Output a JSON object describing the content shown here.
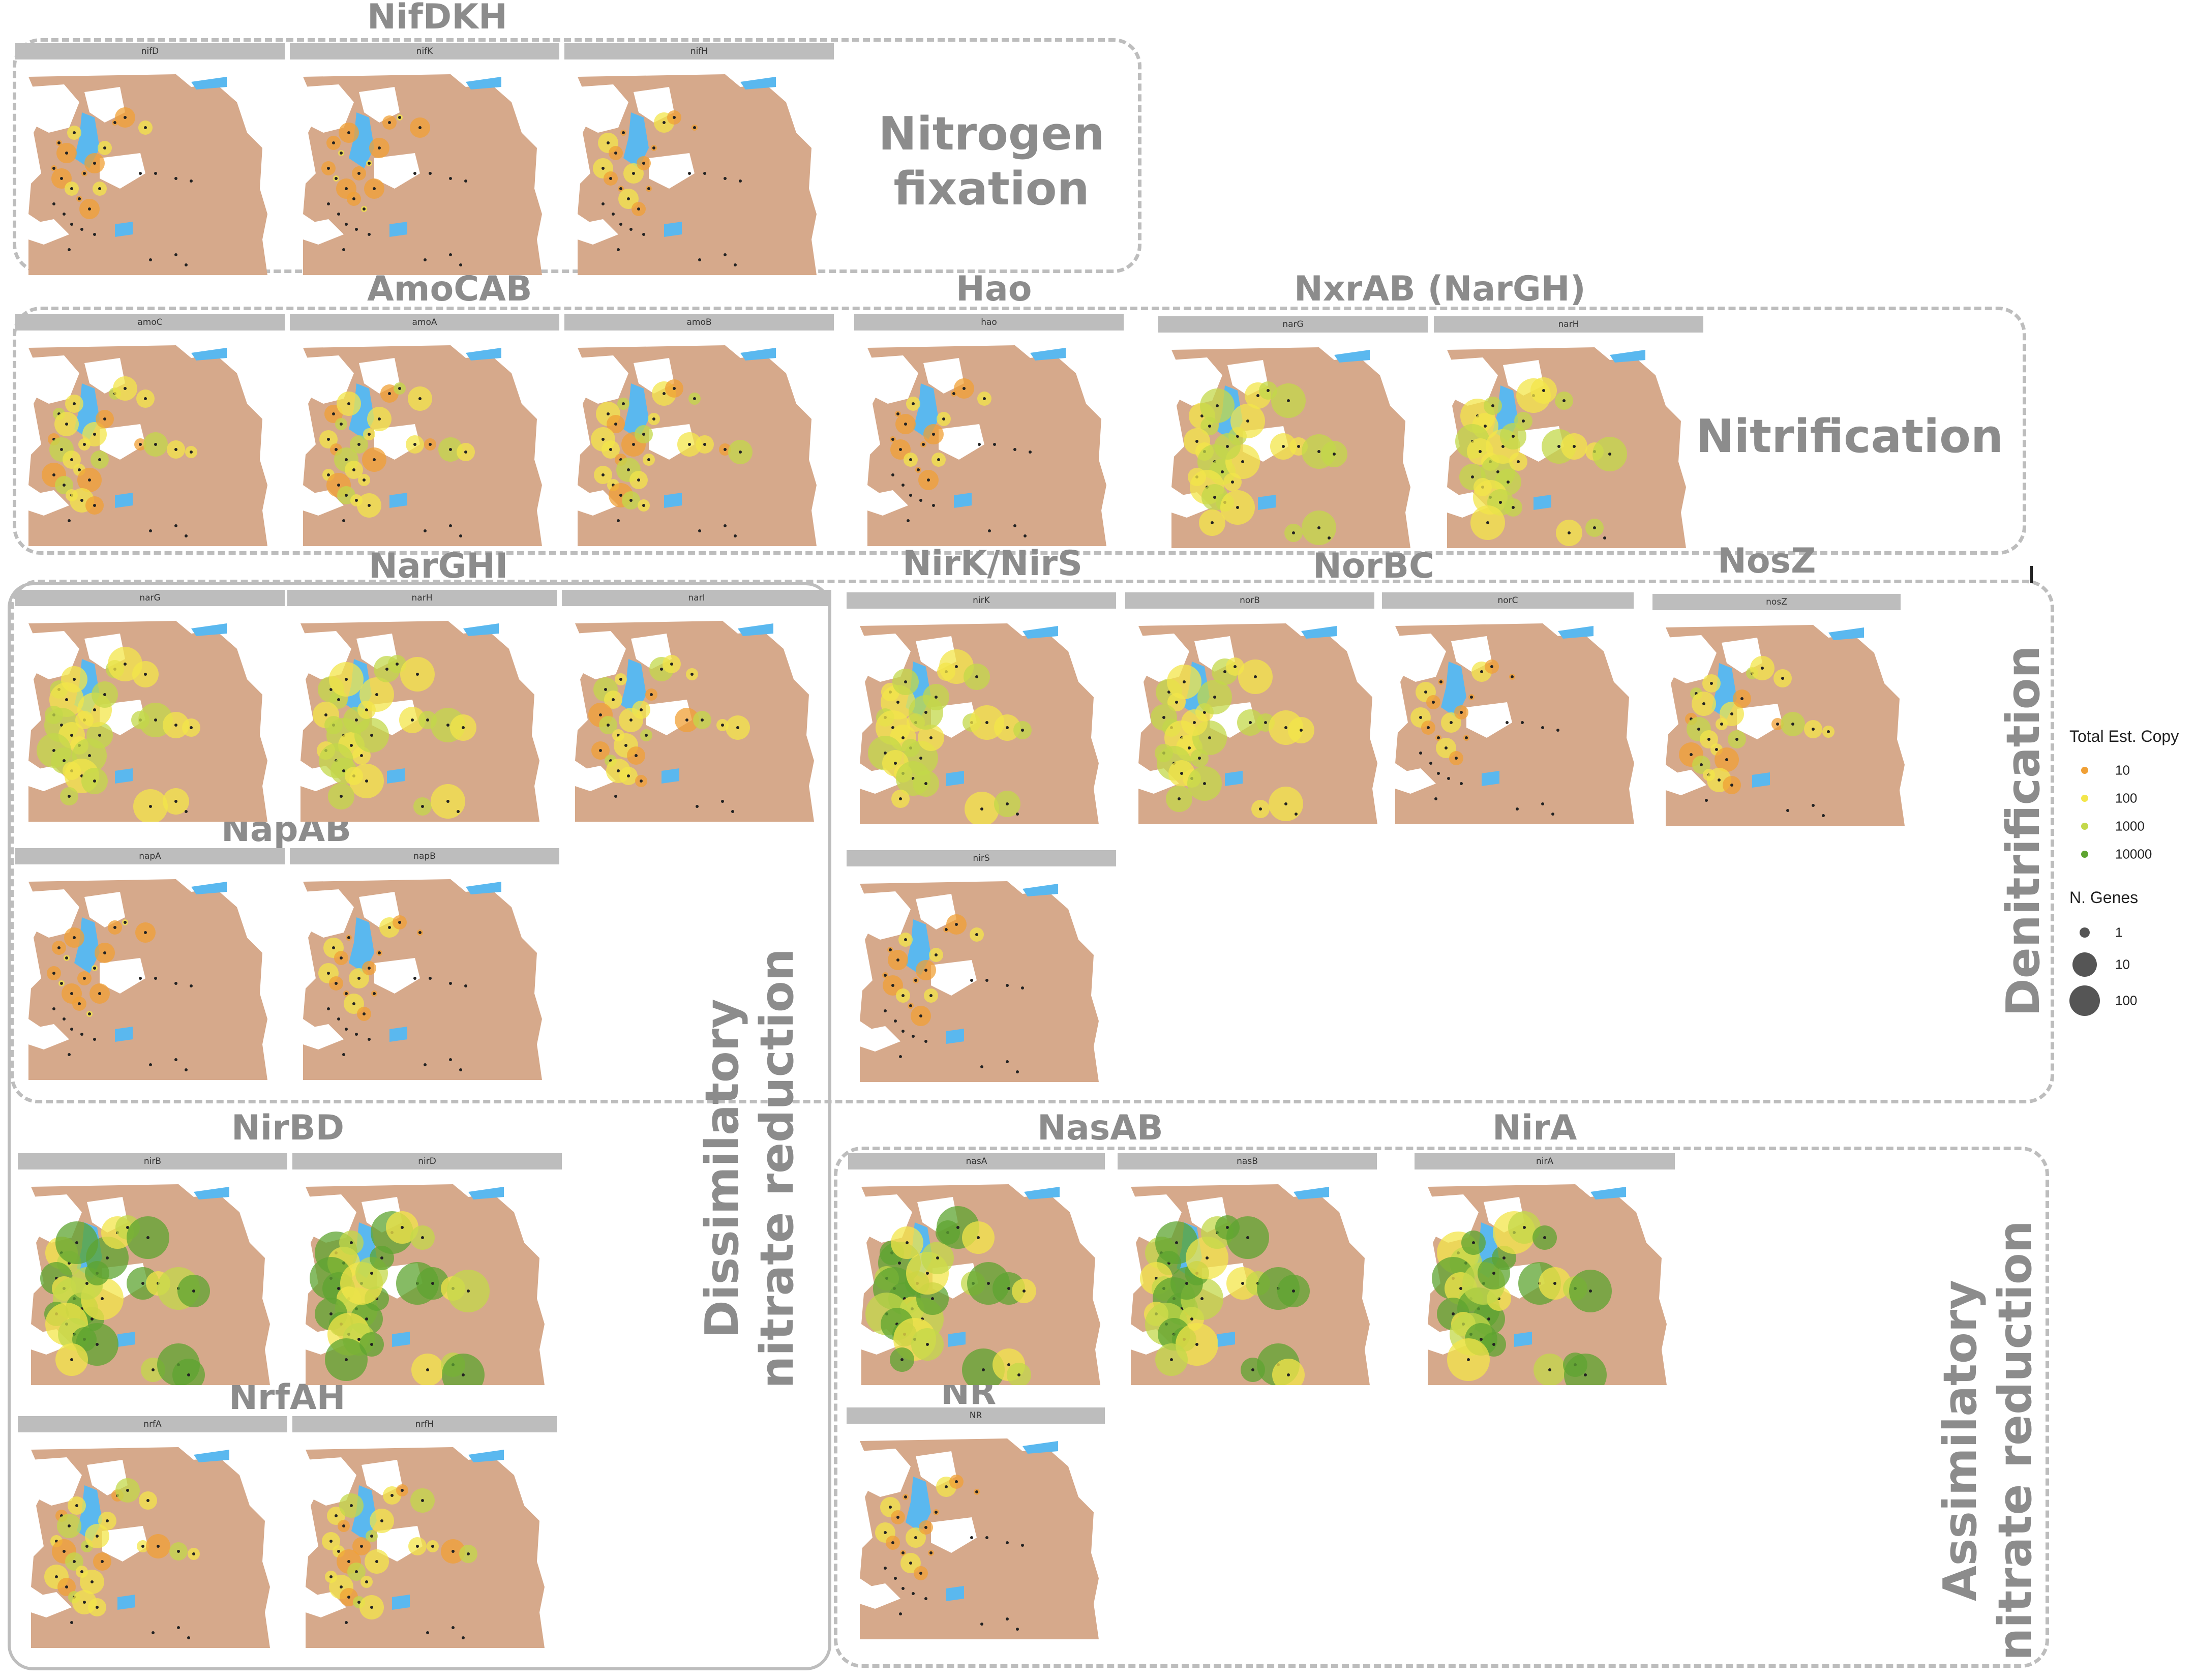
{
  "colors": {
    "land": "#d6a98b",
    "water": "#5ab8ef",
    "frame": "#bdbdbd",
    "title_text": "#8c8c8c",
    "c10": "#f0a035",
    "c100": "#f3e64a",
    "c1000": "#c3d84a",
    "c10000": "#5ea430"
  },
  "groups": {
    "nitrogen_fixation": {
      "label": "Nitrogen fixation"
    },
    "nitrification": {
      "label": "Nitrification"
    },
    "denitrification": {
      "label": "Denitrification"
    },
    "dissimilatory": {
      "label": "Dissimilatory nitrate reduction"
    },
    "assimilatory": {
      "label": "Assimilatory nitrate reduction"
    }
  },
  "gene_groups": [
    {
      "title": "NifDKH"
    },
    {
      "title": "AmoCAB"
    },
    {
      "title": "Hao"
    },
    {
      "title": "NxrAB (NarGH)"
    },
    {
      "title": "NarGHI"
    },
    {
      "title": "NirK/NirS"
    },
    {
      "title": "NorBC"
    },
    {
      "title": "NosZ"
    },
    {
      "title": "NapAB"
    },
    {
      "title": "NirBD"
    },
    {
      "title": "NasAB"
    },
    {
      "title": "NirA"
    },
    {
      "title": "NrfAH"
    },
    {
      "title": "NR"
    }
  ],
  "panels": [
    {
      "gene": "nifD",
      "level": "low"
    },
    {
      "gene": "nifK",
      "level": "low"
    },
    {
      "gene": "nifH",
      "level": "low"
    },
    {
      "gene": "amoC",
      "level": "mid"
    },
    {
      "gene": "amoA",
      "level": "mid"
    },
    {
      "gene": "amoB",
      "level": "mid"
    },
    {
      "gene": "hao",
      "level": "low"
    },
    {
      "gene": "narG",
      "level": "high"
    },
    {
      "gene": "narH",
      "level": "high"
    },
    {
      "gene": "narG",
      "level": "high"
    },
    {
      "gene": "narH",
      "level": "high"
    },
    {
      "gene": "narI",
      "level": "mid"
    },
    {
      "gene": "nirK",
      "level": "high"
    },
    {
      "gene": "norB",
      "level": "high"
    },
    {
      "gene": "norC",
      "level": "low"
    },
    {
      "gene": "nosZ",
      "level": "mid"
    },
    {
      "gene": "napA",
      "level": "low"
    },
    {
      "gene": "napB",
      "level": "low"
    },
    {
      "gene": "nirS",
      "level": "low"
    },
    {
      "gene": "nirB",
      "level": "vhigh"
    },
    {
      "gene": "nirD",
      "level": "vhigh"
    },
    {
      "gene": "nasA",
      "level": "vhigh"
    },
    {
      "gene": "nasB",
      "level": "vhigh"
    },
    {
      "gene": "nirA",
      "level": "vhigh"
    },
    {
      "gene": "nrfA",
      "level": "mid"
    },
    {
      "gene": "nrfH",
      "level": "mid"
    },
    {
      "gene": "NR",
      "level": "low"
    }
  ],
  "legend": {
    "color_title": "Total Est. Copy",
    "color_items": [
      {
        "label": "10",
        "color": "#f0a035"
      },
      {
        "label": "100",
        "color": "#f3e64a"
      },
      {
        "label": "1000",
        "color": "#c3d84a"
      },
      {
        "label": "10000",
        "color": "#5ea430"
      }
    ],
    "size_title": "N. Genes",
    "size_items": [
      {
        "label": "1"
      },
      {
        "label": "10"
      },
      {
        "label": "100"
      }
    ]
  }
}
